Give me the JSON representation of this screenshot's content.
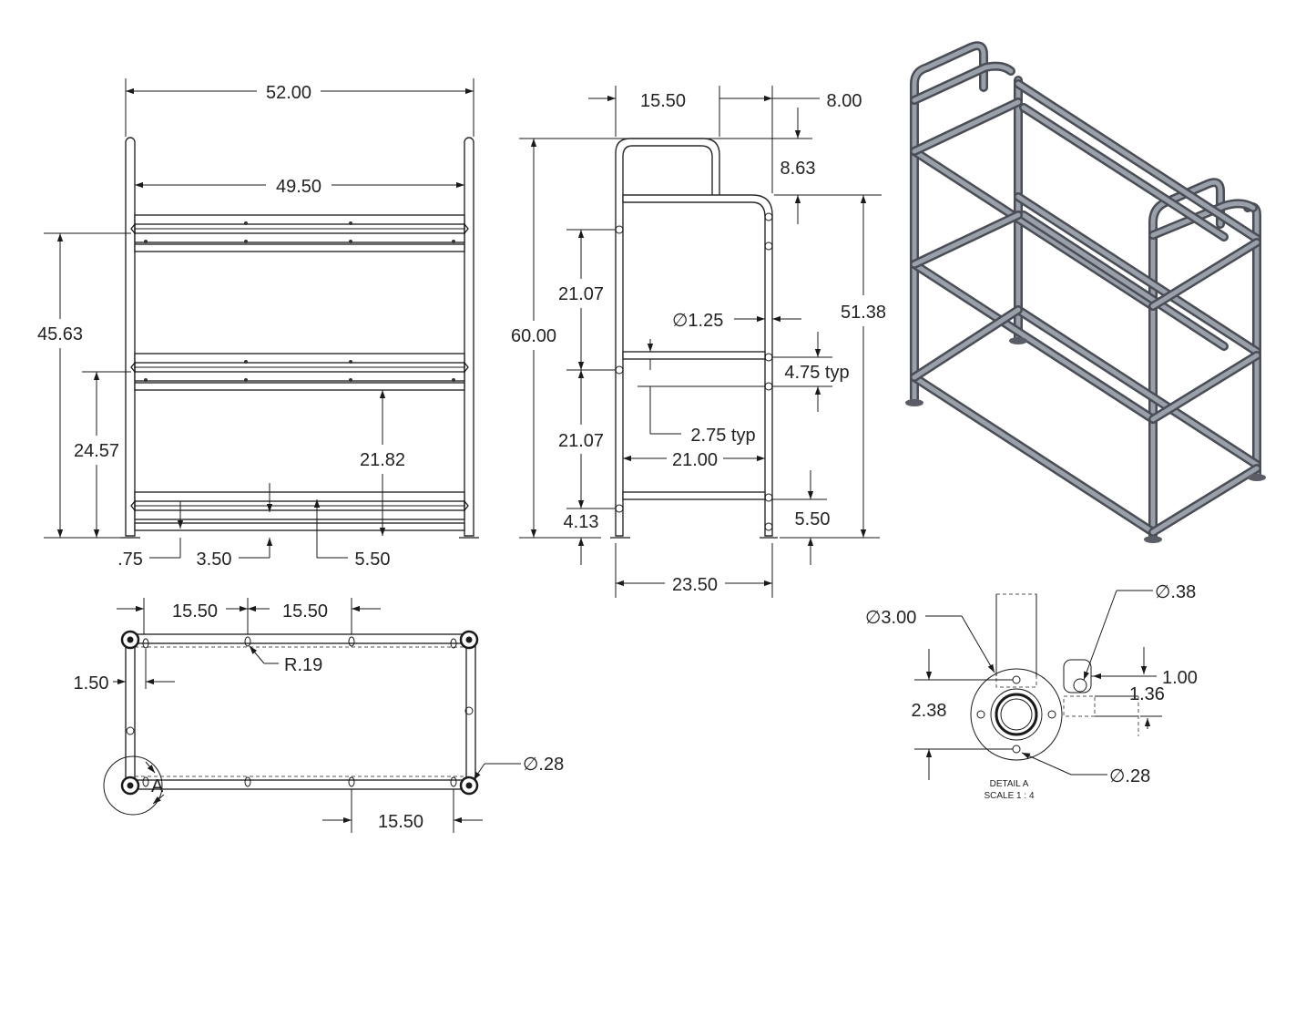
{
  "front_view": {
    "overall_width": "52.00",
    "inner_width": "49.50",
    "shelf_height_top": "45.63",
    "shelf_height_mid": "24.57",
    "shelf_gap": "21.82",
    "foot_offset": ".75",
    "rail_spacing": "3.50",
    "bottom_rail": "5.50"
  },
  "side_view": {
    "handle_width": "15.50",
    "handle_offset": "8.00",
    "handle_height": "8.63",
    "overall_height": "60.00",
    "tier_spacing_upper": "21.07",
    "tier_spacing_lower": "21.07",
    "tube_diameter": "1.25",
    "frame_height": "51.38",
    "tier_drop": "4.75 typ",
    "inner_drop": "2.75 typ",
    "inner_depth": "21.00",
    "bottom_offset": "4.13",
    "bottom_rail": "5.50",
    "overall_depth": "23.50",
    "diameter_symbol": "∅"
  },
  "top_view": {
    "bracket_spacing_1": "15.50",
    "bracket_spacing_2": "15.50",
    "slot_radius": "R.19",
    "edge_offset": "1.50",
    "hole_diameter": ".28",
    "bracket_spacing_bottom": "15.50",
    "detail_callout": "A"
  },
  "detail_a": {
    "plate_diameter": "3.00",
    "bolt_hole_diameter": ".38",
    "tab_height": "1.00",
    "tab_offset": "1.36",
    "bolt_circle": "2.38",
    "mount_hole_diameter": ".28",
    "title": "DETAIL A",
    "scale": "SCALE 1 : 4"
  },
  "colors": {
    "line": "#1a1a1a",
    "tube_steel": "#4a4d55",
    "tube_highlight": "#9aa0aa"
  }
}
